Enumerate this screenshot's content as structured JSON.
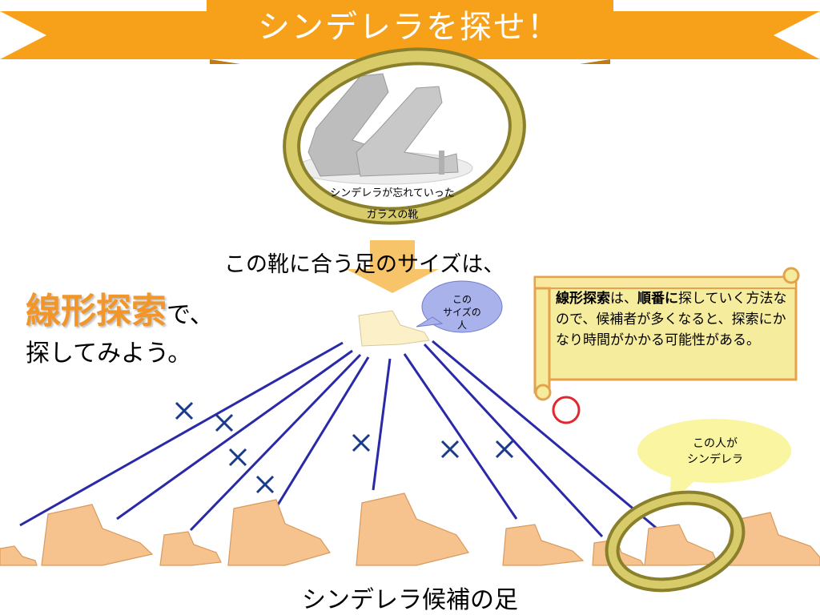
{
  "banner": {
    "title": "シンデレラを探せ！",
    "color": "#f7a11a"
  },
  "shoe": {
    "caption_line1": "シンデレラが忘れていった",
    "caption_line2": "ガラスの靴"
  },
  "question": "この靴に合う足のサイズは、",
  "left_text": {
    "keyword": "線形探索",
    "suffix": "で、",
    "line2": "探してみよう。"
  },
  "bubble_size": {
    "line1": "この",
    "line2": "サイズの",
    "line3": "人"
  },
  "scroll": {
    "kw1": "線形探索",
    "part1": "は、",
    "kw2": "順番に",
    "part2": "探していく方法なので、候補者が多くなると、探索にかなり時間がかかる可能性がある。"
  },
  "bubble_cinderella": {
    "line1": "この人が",
    "line2": "シンデレラ"
  },
  "bottom_label": "シンデレラ候補の足",
  "marks": {
    "cross": "×",
    "circle": "○"
  },
  "colors": {
    "line": "#2a2aa8",
    "cross": "#1a3a8c",
    "circle": "#e0282d",
    "skin": "#f6c28e",
    "ring": "#c9b94a",
    "bubble": "#f9f5a0",
    "bubble_blue": "#a9b2ea"
  }
}
